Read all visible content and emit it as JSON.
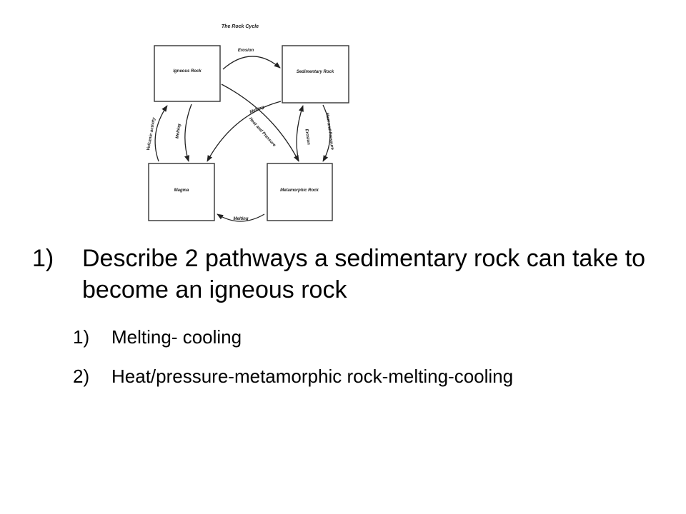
{
  "diagram": {
    "title": "The Rock Cycle",
    "nodes": {
      "igneous": "Igneous Rock",
      "sedimentary": "Sedimentary Rock",
      "magma": "Magma",
      "metamorphic": "Metamorphic Rock"
    },
    "edges": {
      "erosion_top": "Erosion",
      "melting_diag": "Melting",
      "heat_pressure_diag": "Heat and Pressure",
      "volcanic": "Volcanic activity",
      "melting_left": "Melting",
      "erosion_right": "Erosion",
      "heat_pressure_right": "Heat and Pressure",
      "melting_bottom": "Melting"
    }
  },
  "question": {
    "number": "1)",
    "text": "Describe 2 pathways a sedimentary rock can take to become an igneous rock"
  },
  "answers": [
    {
      "number": "1)",
      "text": "Melting- cooling"
    },
    {
      "number": "2)",
      "text": "Heat/pressure-metamorphic rock-melting-cooling"
    }
  ]
}
